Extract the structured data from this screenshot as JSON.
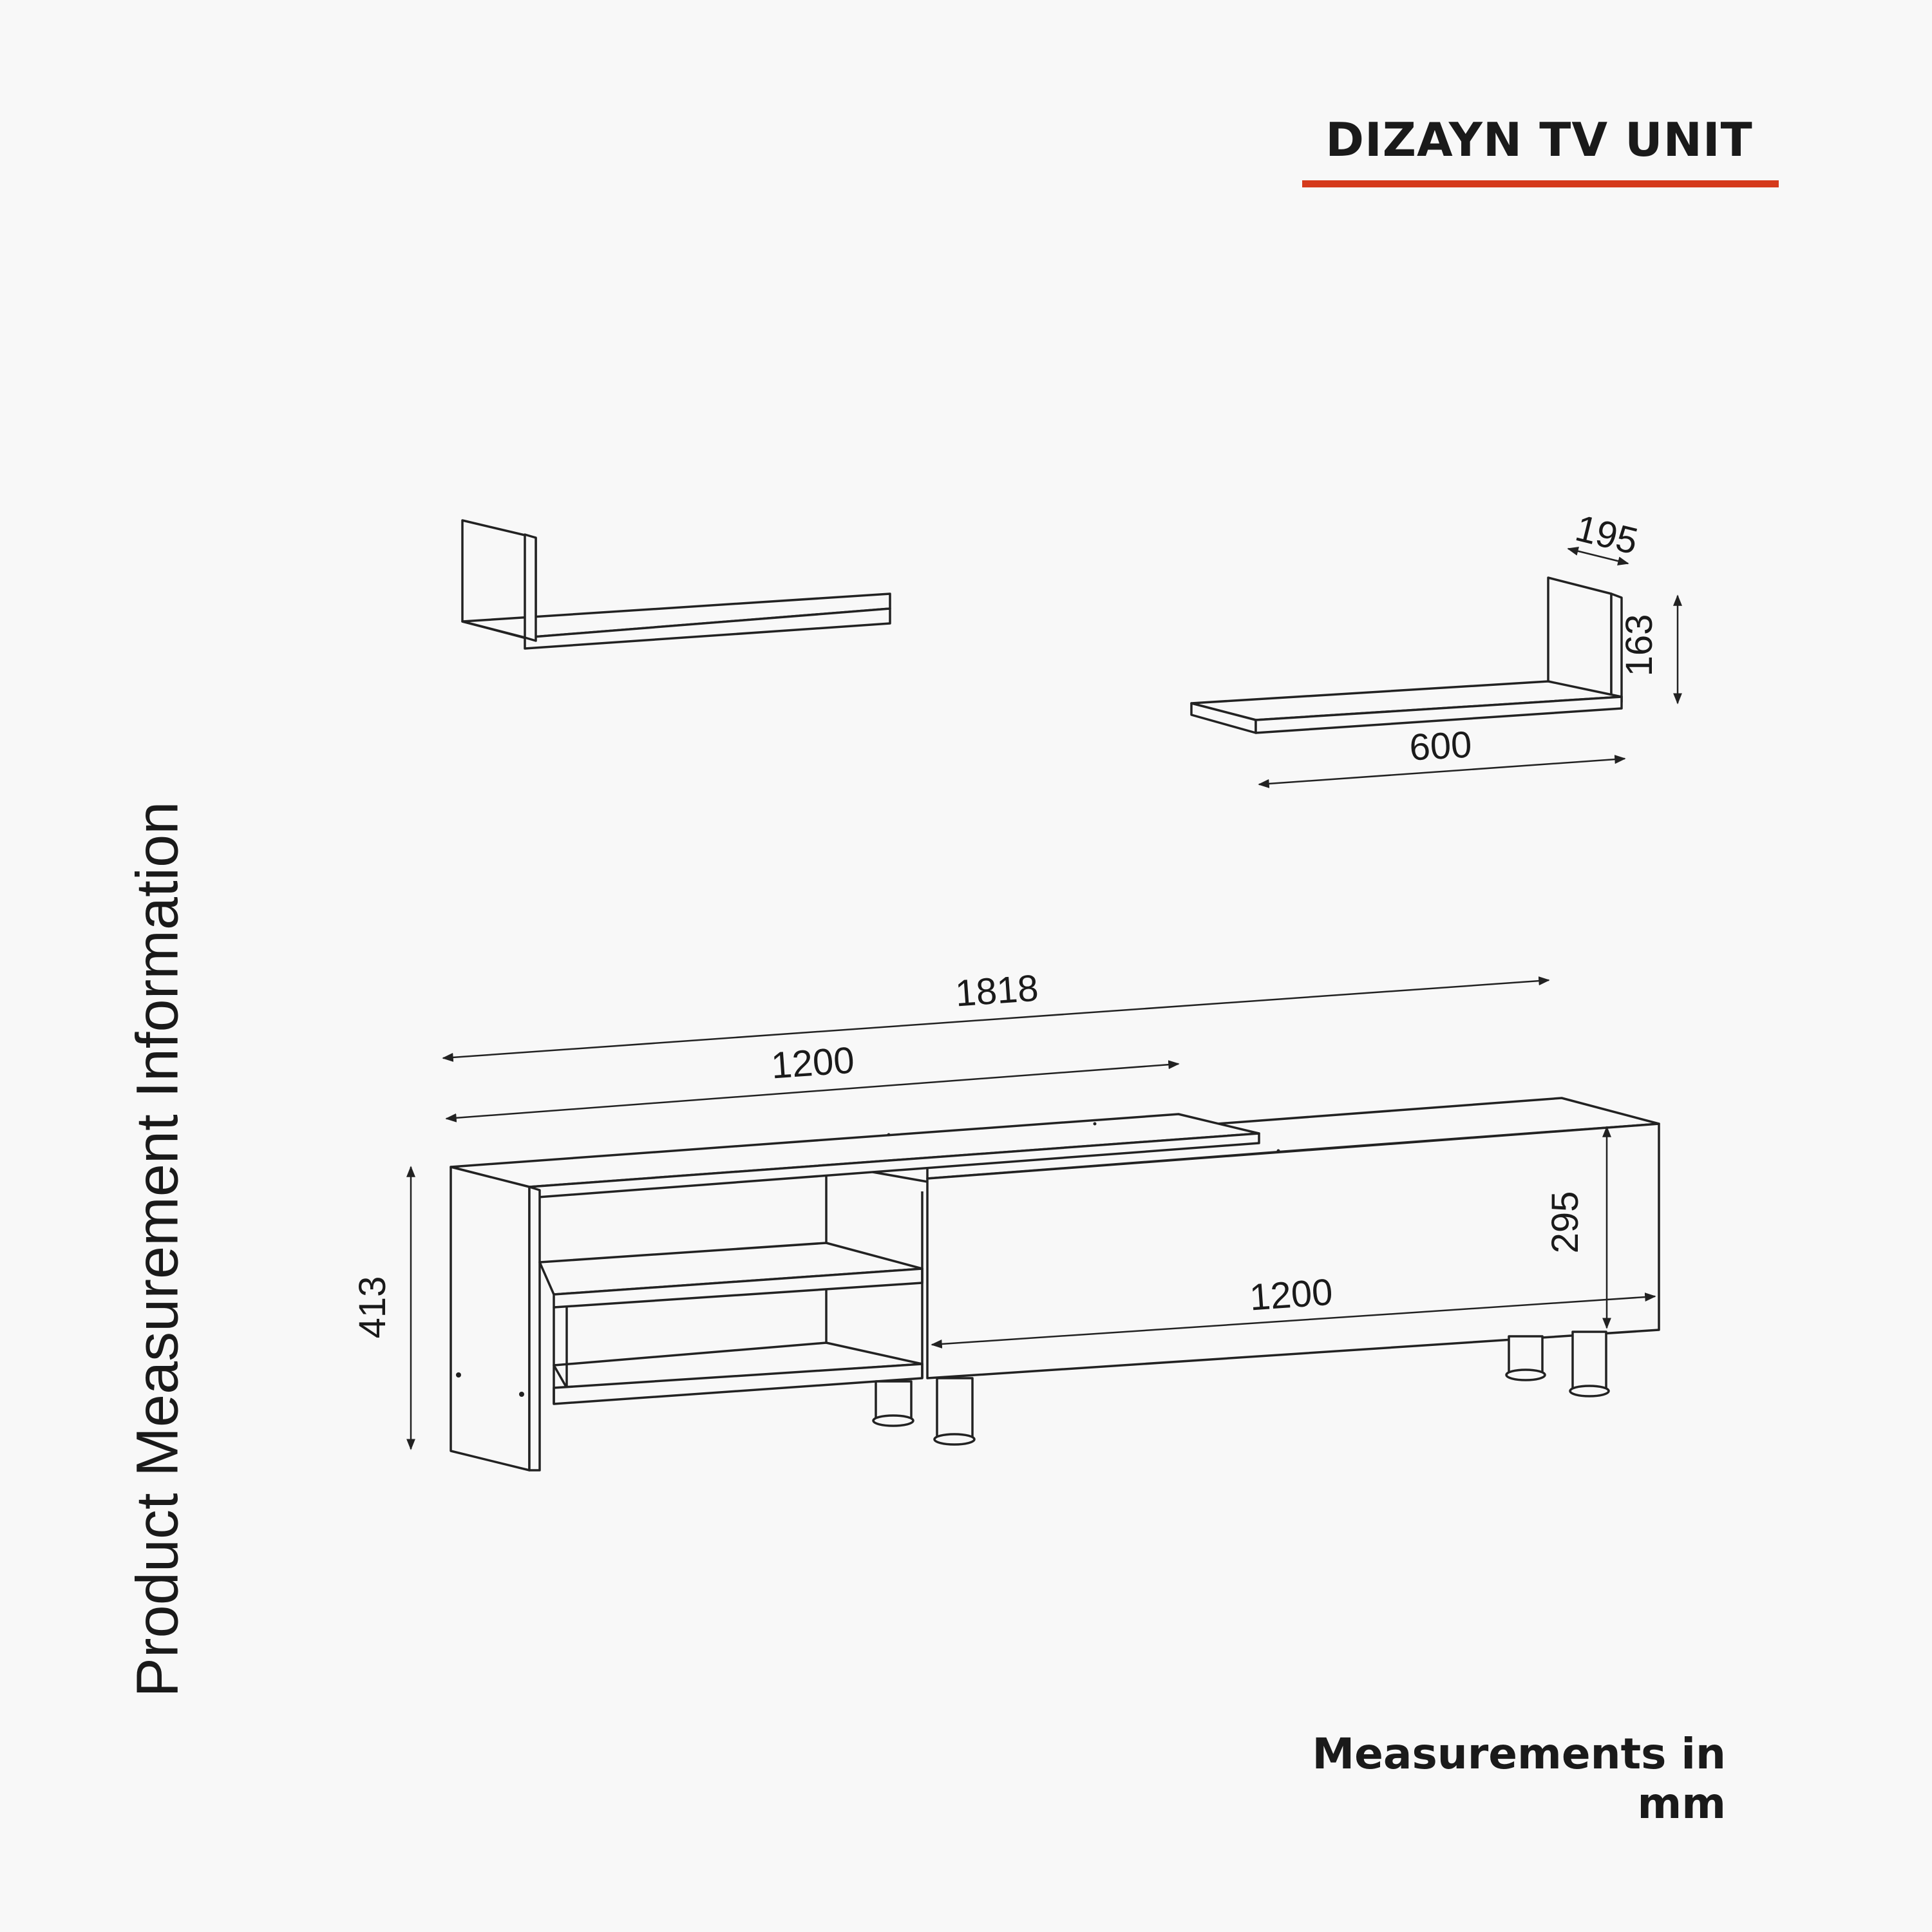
{
  "header": {
    "title": "DIZAYN TV UNIT",
    "accent_color": "#d53a1c"
  },
  "side_title": "Product Measurement Information",
  "footnote": "Measurements in mm",
  "dimensions": {
    "shelf_depth": "195",
    "shelf_height": "163",
    "shelf_width": "600",
    "overall_length": "1818",
    "left_module_length": "1200",
    "right_module_length": "1200",
    "unit_height": "413",
    "cabinet_height": "295"
  }
}
